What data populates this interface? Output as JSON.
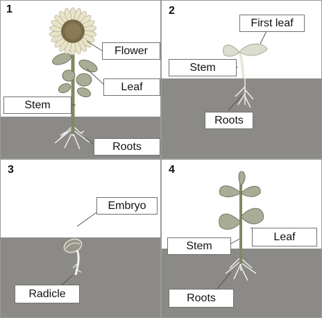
{
  "panels": [
    {
      "number": "1",
      "labels": {
        "flower": "Flower",
        "leaf": "Leaf",
        "stem": "Stem",
        "roots": "Roots"
      }
    },
    {
      "number": "2",
      "labels": {
        "first_leaf": "First leaf",
        "stem": "Stem",
        "roots": "Roots"
      }
    },
    {
      "number": "3",
      "labels": {
        "embryo": "Embryo",
        "radicle": "Radicle"
      }
    },
    {
      "number": "4",
      "labels": {
        "stem": "Stem",
        "leaf": "Leaf",
        "roots": "Roots"
      }
    }
  ],
  "colors": {
    "soil": "#8c8a86",
    "sky": "#ffffff",
    "plant_leaf": "#a9ad96",
    "plant_stem": "#7e8a63",
    "petal": "#e9e4c8",
    "flower_center": "#7a6a48",
    "root": "#f3f3f0",
    "leader_line": "#555555"
  }
}
